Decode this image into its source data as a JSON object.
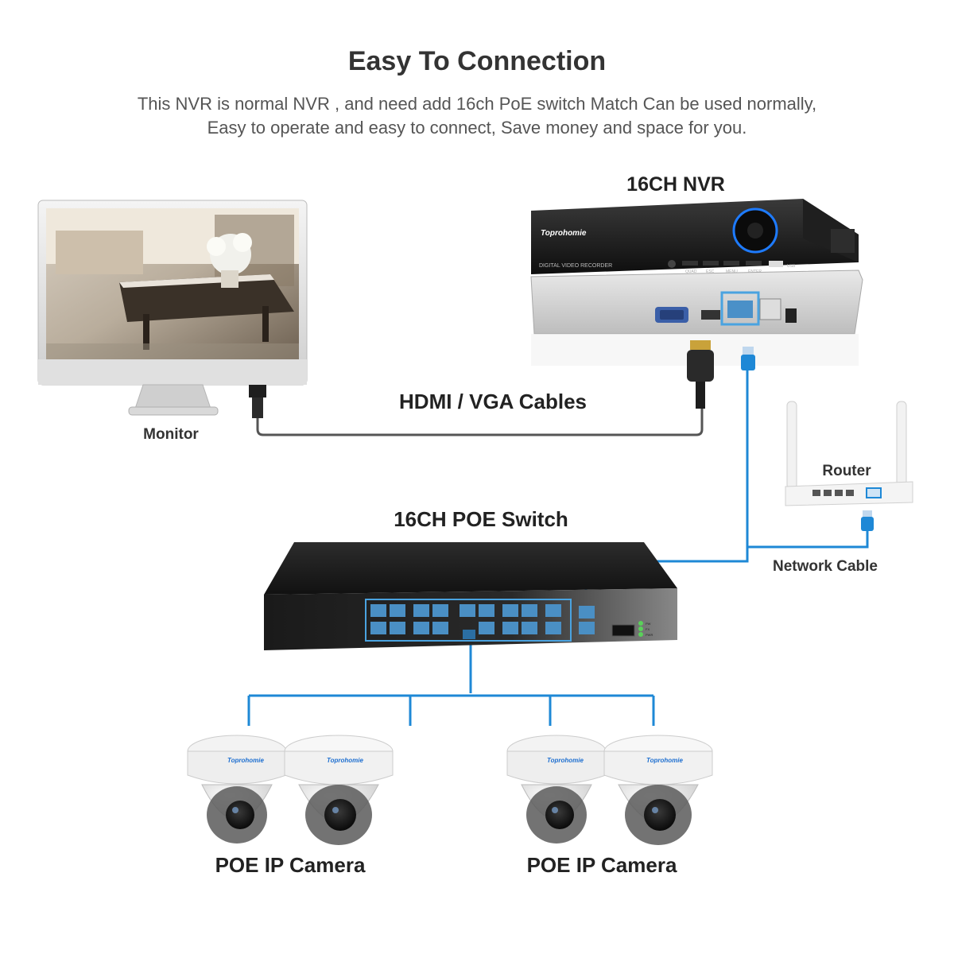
{
  "header": {
    "title": "Easy To Connection",
    "line1": "This NVR is normal NVR , and need add 16ch PoE switch Match Can be used normally,",
    "line2": "Easy to operate and easy to connect,   Save money and space for you."
  },
  "labels": {
    "nvr": "16CH NVR",
    "monitor": "Monitor",
    "cables": "HDMI / VGA Cables",
    "router": "Router",
    "network_cable": "Network Cable",
    "switch": "16CH POE Switch",
    "camera_left": "POE IP Camera",
    "camera_right": "POE IP Camera"
  },
  "device_text": {
    "nvr_brand": "Toprohomie",
    "nvr_model": "DIGITAL VIDEO RECORDER",
    "nvr_btn_quad": "QUAD",
    "nvr_btn_esc": "ESC",
    "nvr_btn_menu": "MENU",
    "nvr_btn_enter": "ENTER",
    "nvr_usb": "USB",
    "camera_brand": "Toprohomie",
    "switch_leds": [
      "PW",
      "FX",
      "PWR"
    ]
  },
  "colors": {
    "network_cable": "#1e88d6",
    "av_cable": "#555555",
    "device_dark": "#1b1b1b",
    "highlight": "#4a90c8"
  }
}
